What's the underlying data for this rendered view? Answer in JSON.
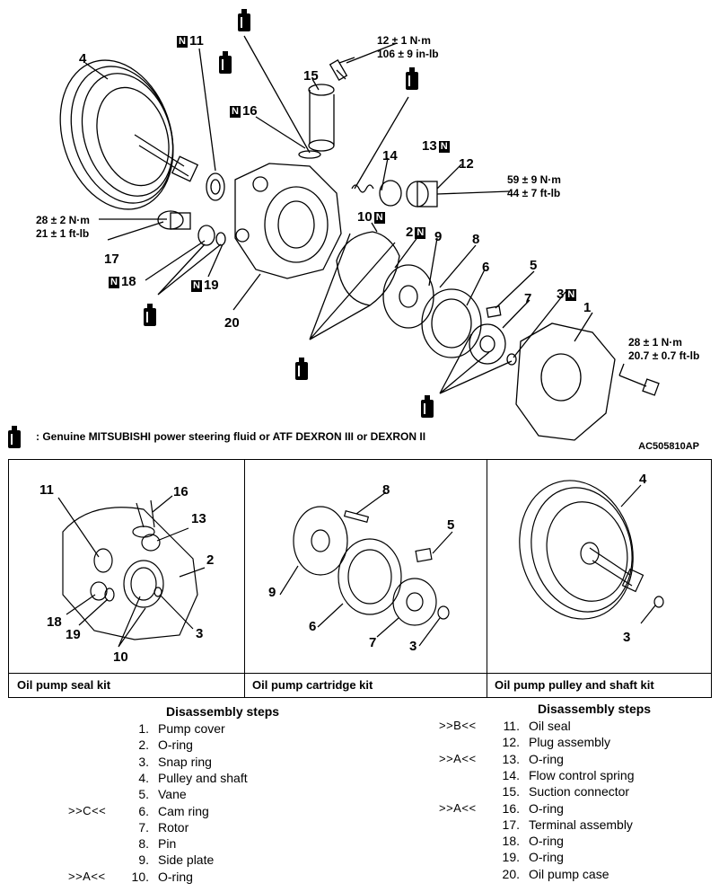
{
  "diagram": {
    "labels": {
      "n11": "11",
      "n16": "16",
      "n15": "15",
      "n14": "14",
      "n13": "13",
      "n12": "12",
      "n4": "4",
      "n17": "17",
      "n18": "18",
      "n19": "19",
      "n20": "20",
      "n10": "10",
      "n2": "2",
      "n9": "9",
      "n8": "8",
      "n6": "6",
      "n5": "5",
      "n7": "7",
      "n3": "3",
      "n1": "1"
    },
    "n_mark": "N",
    "torque": {
      "t15_a": "12 ± 1 N·m",
      "t15_b": "106 ± 9 in-lb",
      "t12_a": "59 ± 9 N·m",
      "t12_b": "44 ± 7 ft-lb",
      "t17_a": "28 ± 2 N·m",
      "t17_b": "21 ± 1 ft-lb",
      "t1_a": "28 ± 1 N·m",
      "t1_b": "20.7 ± 0.7 ft-lb"
    },
    "fluid_note": ": Genuine MITSUBISHI power steering fluid or ATF DEXRON III  or DEXRON II",
    "figure_code": "AC505810AP"
  },
  "kits": [
    {
      "caption": "Oil pump seal kit",
      "labels": [
        "11",
        "16",
        "13",
        "2",
        "18",
        "19",
        "3",
        "10"
      ]
    },
    {
      "caption": "Oil pump cartridge kit",
      "labels": [
        "8",
        "5",
        "9",
        "6",
        "7",
        "3"
      ]
    },
    {
      "caption": "Oil pump pulley and shaft kit",
      "labels": [
        "4",
        "3"
      ]
    }
  ],
  "steps": {
    "title": "Disassembly steps",
    "left": [
      {
        "tag": "",
        "num": "1.",
        "name": "Pump cover"
      },
      {
        "tag": "",
        "num": "2.",
        "name": "O-ring"
      },
      {
        "tag": "",
        "num": "3.",
        "name": "Snap ring"
      },
      {
        "tag": "",
        "num": "4.",
        "name": "Pulley and shaft"
      },
      {
        "tag": "",
        "num": "5.",
        "name": "Vane"
      },
      {
        "tag": ">>C<<",
        "num": "6.",
        "name": "Cam ring"
      },
      {
        "tag": "",
        "num": "7.",
        "name": "Rotor"
      },
      {
        "tag": "",
        "num": "8.",
        "name": "Pin"
      },
      {
        "tag": "",
        "num": "9.",
        "name": "Side plate"
      },
      {
        "tag": ">>A<<",
        "num": "10.",
        "name": "O-ring"
      }
    ],
    "right": [
      {
        "tag": ">>B<<",
        "num": "11.",
        "name": "Oil seal"
      },
      {
        "tag": "",
        "num": "12.",
        "name": "Plug assembly"
      },
      {
        "tag": ">>A<<",
        "num": "13.",
        "name": "O-ring"
      },
      {
        "tag": "",
        "num": "14.",
        "name": "Flow control spring"
      },
      {
        "tag": "",
        "num": "15.",
        "name": "Suction connector"
      },
      {
        "tag": ">>A<<",
        "num": "16.",
        "name": "O-ring"
      },
      {
        "tag": "",
        "num": "17.",
        "name": "Terminal assembly"
      },
      {
        "tag": "",
        "num": "18.",
        "name": "O-ring"
      },
      {
        "tag": "",
        "num": "19.",
        "name": "O-ring"
      },
      {
        "tag": "",
        "num": "20.",
        "name": "Oil pump case"
      }
    ]
  }
}
